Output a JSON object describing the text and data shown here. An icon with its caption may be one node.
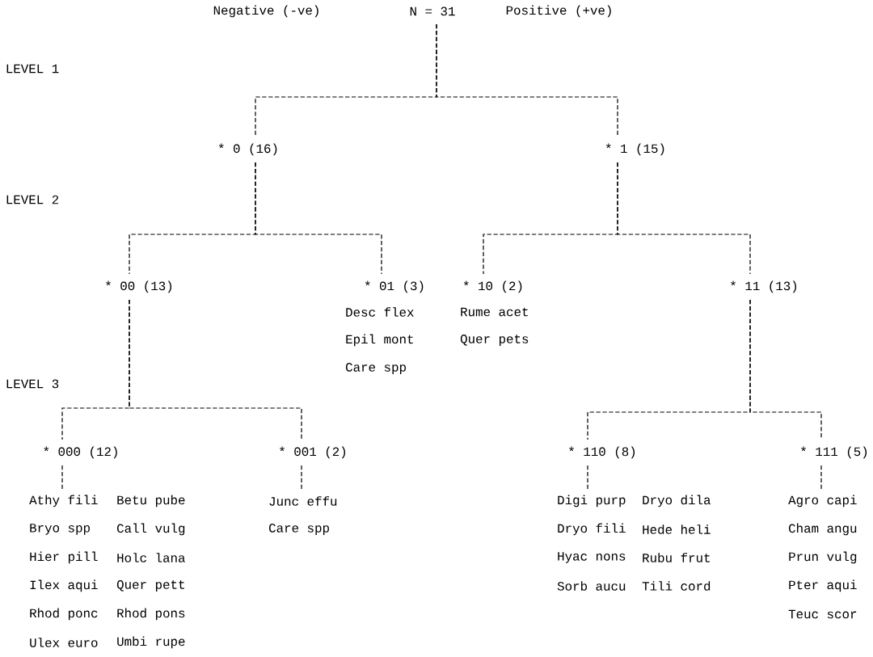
{
  "diagram": {
    "nodes": [
      {
        "text": [
          "N = 31"
        ]
      },
      {
        "text": [
          "* 0 (16)"
        ]
      },
      {
        "text": [
          "* 1 (15)"
        ]
      },
      {
        "text": [
          "* 00 (13)"
        ]
      },
      {
        "text": [
          "* 01 (3)"
        ],
        "beside": [
          "Desc flex",
          "Epil mont",
          "Care spp"
        ]
      },
      {
        "text": [
          "* 10 (2)"
        ],
        "beside": [
          "Rume acet",
          "Quer pets"
        ]
      },
      {
        "text": [
          "* 11 (13)"
        ]
      },
      {
        "text": [
          "* 000 (12)"
        ],
        "beside": [
          "Athy fili",
          "Betu pube",
          "Bryo spp",
          "Call vulg",
          "Hier pill",
          "Holc lana",
          "Ilex aqui",
          "Quer pett",
          "Rhod ponc",
          "Rhod pons",
          "Ulex euro",
          "Umbi rupe"
        ]
      },
      {
        "text": [
          "* 001 (2)"
        ],
        "beside": [
          "Junc effu",
          "Care spp"
        ]
      },
      {
        "text": [
          "* 110 (8)"
        ],
        "beside": [
          "Digi purp",
          "Dryo dila",
          "Dryo fili",
          "Hede heli",
          "Hyac nons",
          "Rubu frut",
          "Sorb aucu",
          "Tili cord"
        ]
      },
      {
        "text": [
          "* 111 (5)"
        ],
        "beside": [
          "Agro capi",
          "Cham angu",
          "Prun vulg",
          "Pter aqui",
          "Teuc scor"
        ]
      }
    ],
    "edges": [
      {
        "from": 0,
        "to": 1,
        "arrow": "none",
        "style": "dashed"
      },
      {
        "from": 0,
        "to": 2,
        "arrow": "none",
        "style": "dashed"
      },
      {
        "from": 1,
        "to": 3,
        "arrow": "none",
        "style": "dashed"
      },
      {
        "from": 1,
        "to": 4,
        "arrow": "none",
        "style": "dashed"
      },
      {
        "from": 2,
        "to": 5,
        "arrow": "none",
        "style": "dashed"
      },
      {
        "from": 2,
        "to": 6,
        "arrow": "none",
        "style": "dashed"
      },
      {
        "from": 3,
        "to": 7,
        "arrow": "none",
        "style": "dashed"
      },
      {
        "from": 3,
        "to": 8,
        "arrow": "none",
        "style": "dashed"
      },
      {
        "from": 6,
        "to": 9,
        "arrow": "none",
        "style": "dashed"
      },
      {
        "from": 6,
        "to": 10,
        "arrow": "none",
        "style": "dashed"
      }
    ],
    "labels": [
      "Negative (-ve)",
      "Positive (+ve)",
      "LEVEL 1",
      "LEVEL 2",
      "LEVEL 3"
    ]
  }
}
